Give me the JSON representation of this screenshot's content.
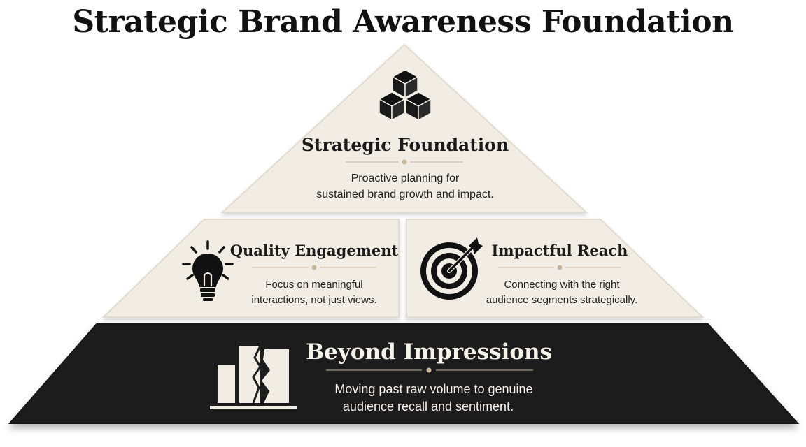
{
  "page": {
    "title": "Strategic Brand Awareness Foundation"
  },
  "colors": {
    "tier_fill_light": "#f1ede4",
    "tier_stroke_light": "#e2dccf",
    "tier_fill_dark": "#1f1f1f",
    "text_dark": "#1b1b1b",
    "text_light": "#f5f2ea",
    "divider_accent": "#c9b79a"
  },
  "tiers": {
    "top": {
      "icon": "cubes-icon",
      "title": "Strategic Foundation",
      "description_line1": "Proactive planning for",
      "description_line2": "sustained brand growth and impact."
    },
    "middle_left": {
      "icon": "lightbulb-icon",
      "title": "Quality Engagement",
      "description_line1": "Focus on meaningful",
      "description_line2": "interactions, not just views."
    },
    "middle_right": {
      "icon": "target-arrow-icon",
      "title": "Impactful Reach",
      "description_line1": "Connecting with the right",
      "description_line2": "audience segments strategically."
    },
    "base": {
      "icon": "broken-bar-chart-icon",
      "title": "Beyond Impressions",
      "description_line1": "Moving past raw volume to genuine",
      "description_line2": "audience recall and sentiment."
    }
  }
}
